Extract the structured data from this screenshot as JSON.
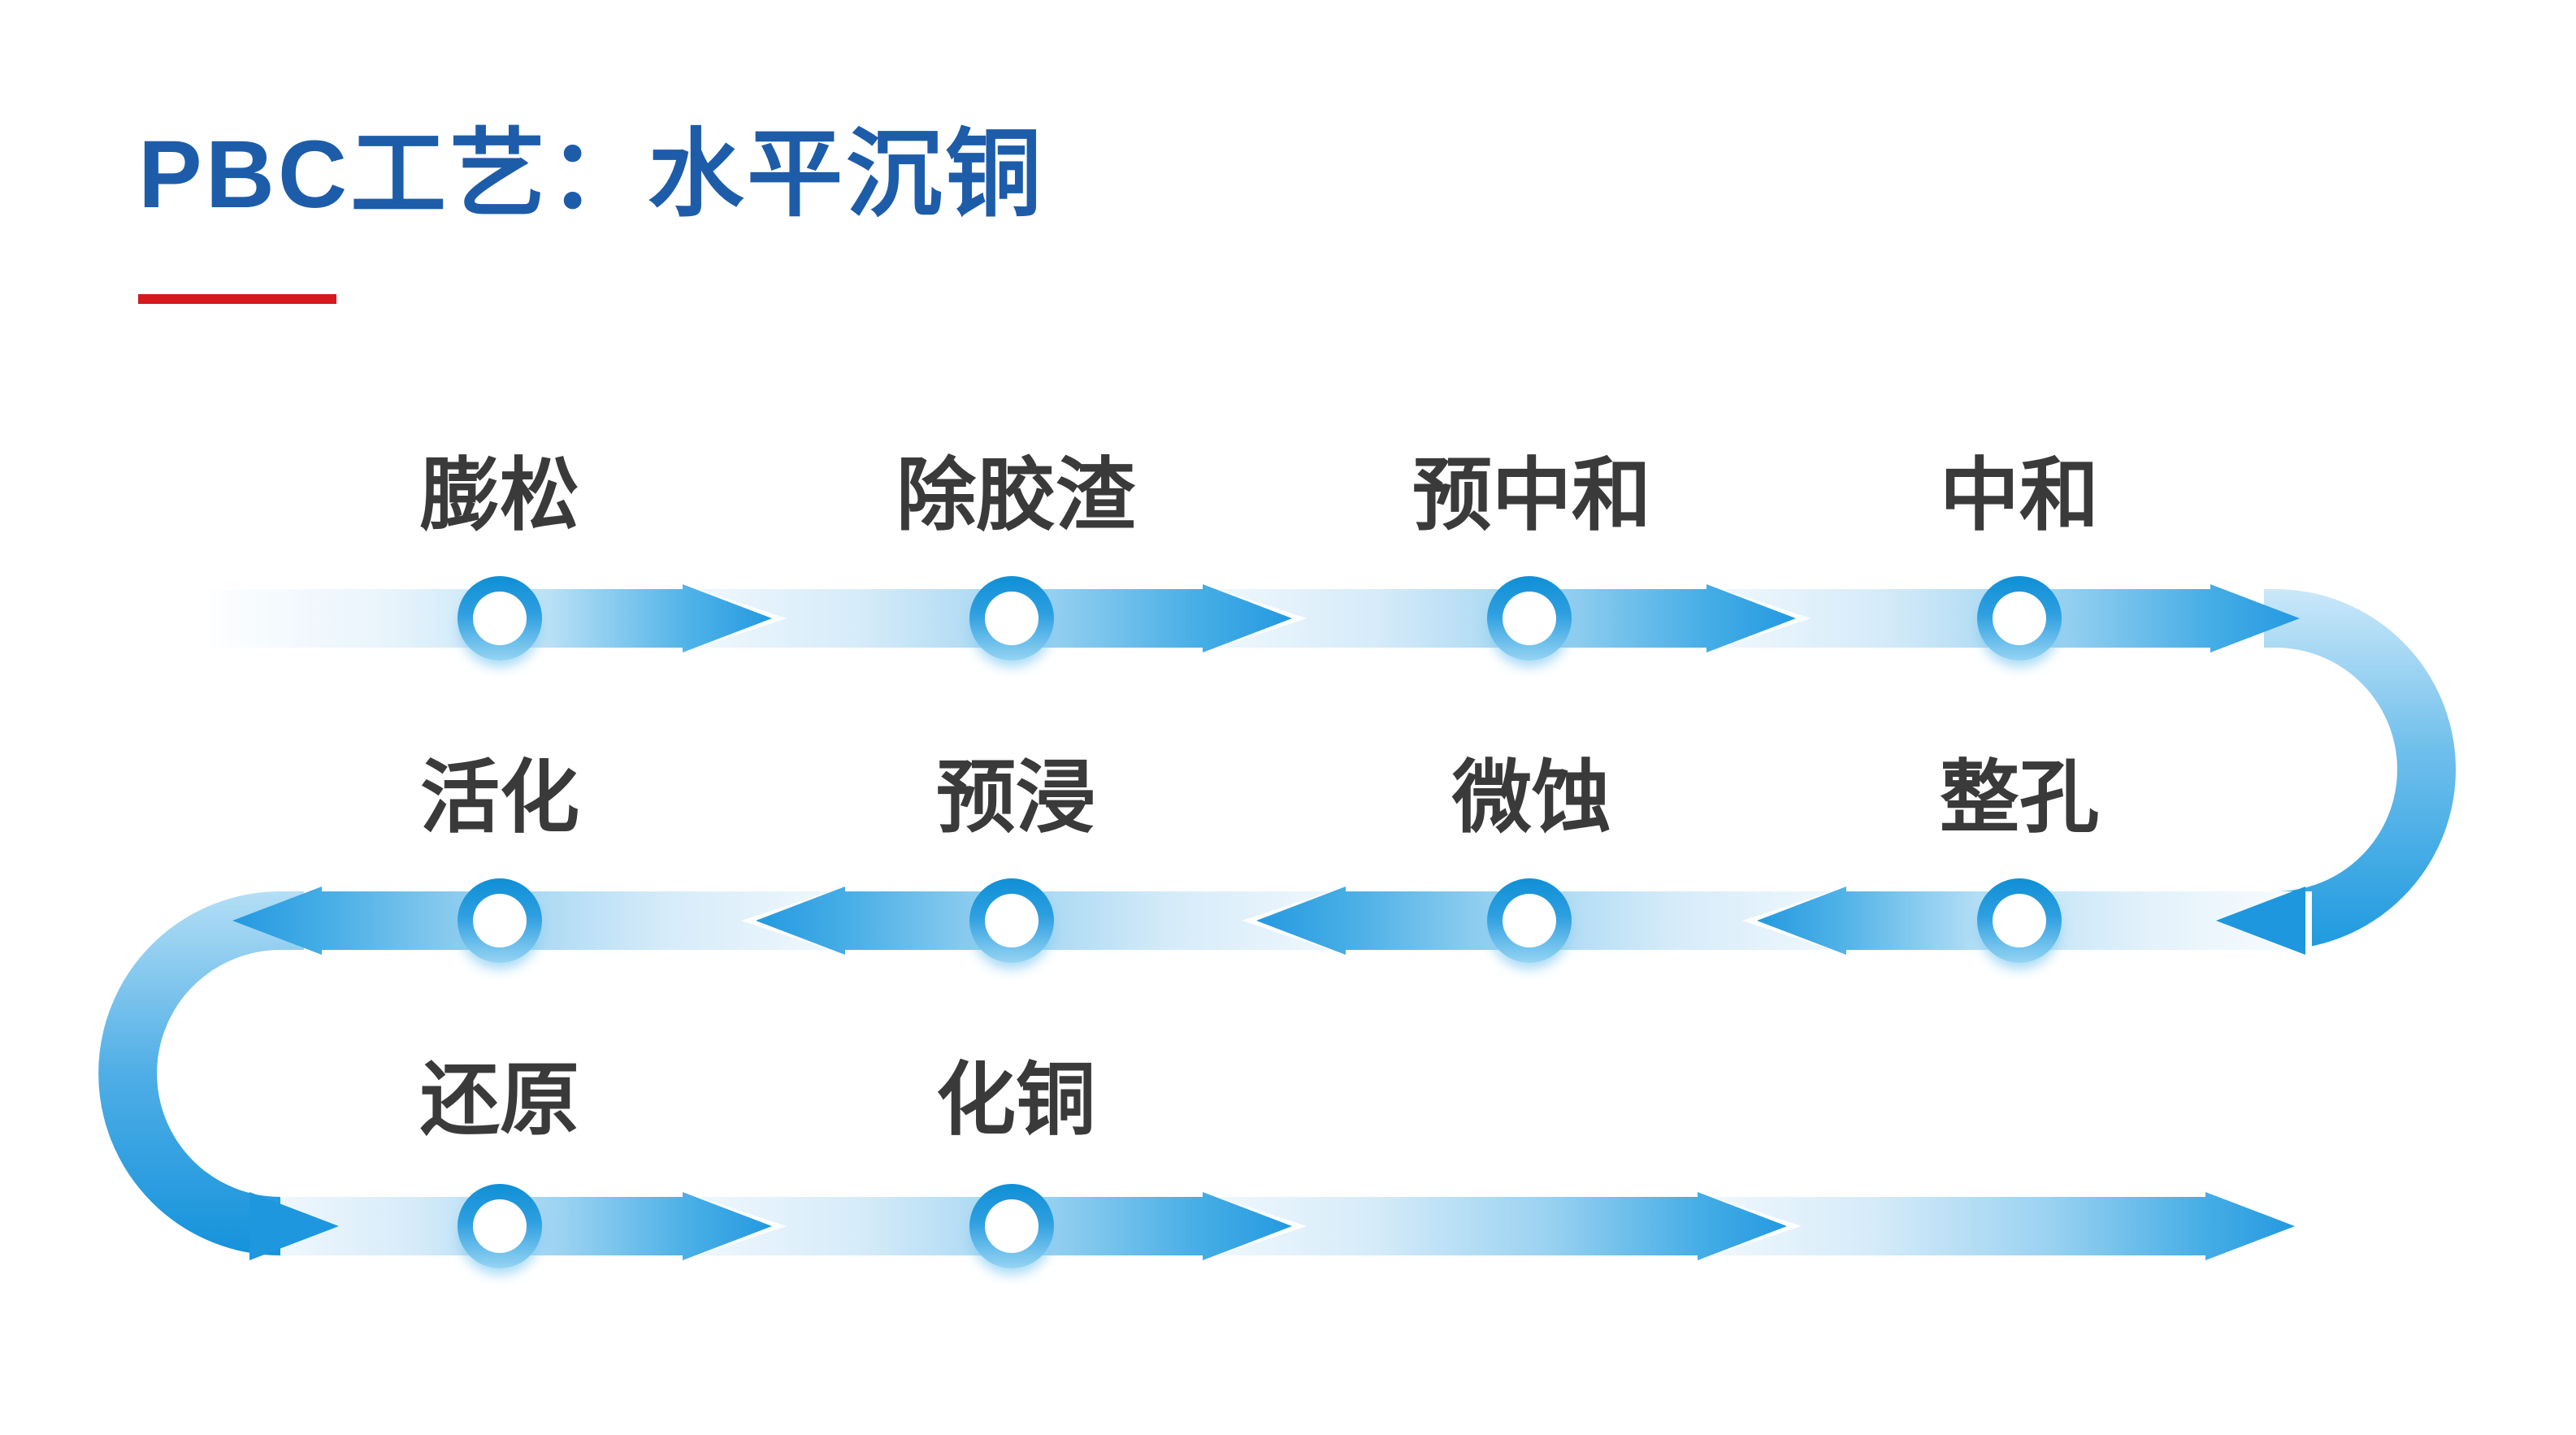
{
  "slide": {
    "title": "PBC工艺：水平沉铜"
  },
  "flow": {
    "steps": [
      {
        "label": "膨松",
        "row": 1
      },
      {
        "label": "除胶渣",
        "row": 1
      },
      {
        "label": "预中和",
        "row": 1
      },
      {
        "label": "中和",
        "row": 1
      },
      {
        "label": "整孔",
        "row": 2
      },
      {
        "label": "微蚀",
        "row": 2
      },
      {
        "label": "预浸",
        "row": 2
      },
      {
        "label": "活化",
        "row": 2
      },
      {
        "label": "还原",
        "row": 3
      },
      {
        "label": "化铜",
        "row": 3
      }
    ],
    "rows": [
      {
        "index": 1,
        "direction": "left-to-right"
      },
      {
        "index": 2,
        "direction": "right-to-left"
      },
      {
        "index": 3,
        "direction": "left-to-right"
      }
    ]
  },
  "colors": {
    "title_blue": "#1D5CA9",
    "underline_red": "#D7181F",
    "label_gray": "#3A3A3A",
    "flow_dark_blue": "#2499E0",
    "flow_light_blue": "#D5EBF9",
    "arrow_tip_blue": "#1E97DF",
    "ring_top_blue": "#0F8FD6",
    "ring_bottom_blue": "#96D4F3",
    "background": "#FFFFFF"
  }
}
